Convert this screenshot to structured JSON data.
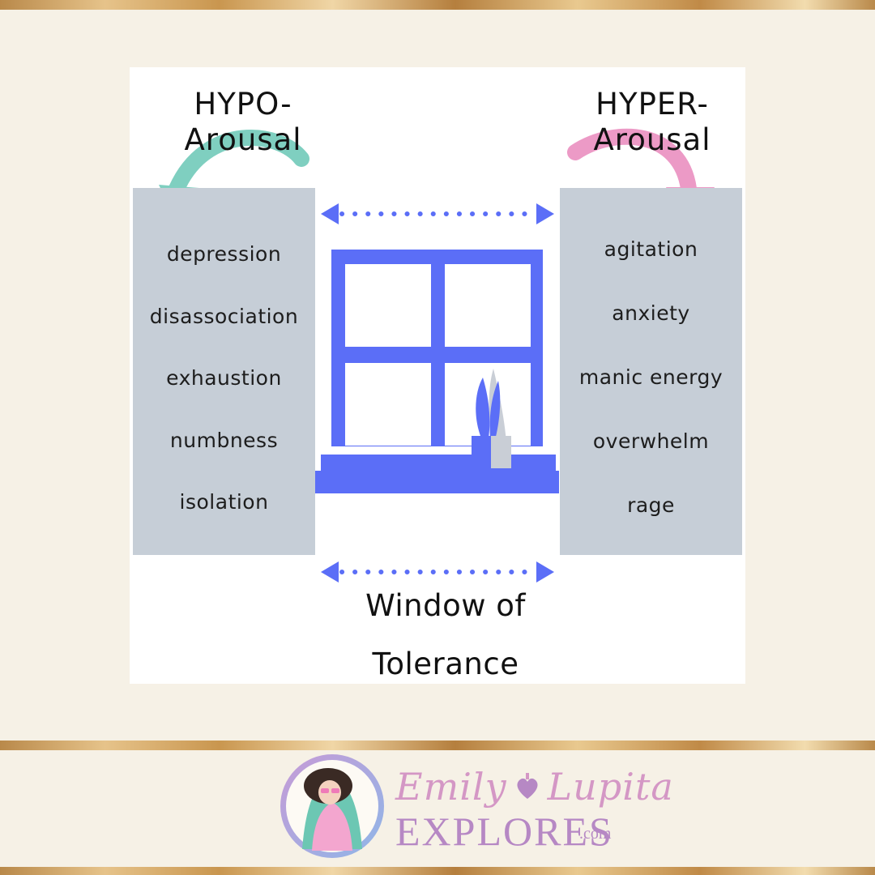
{
  "left": {
    "heading": [
      "HYPO-",
      "Arousal"
    ],
    "items": [
      "depression",
      "disassociation",
      "exhaustion",
      "numbness",
      "isolation"
    ],
    "arrow_color": "#7fcfc0"
  },
  "right": {
    "heading": [
      "HYPER-",
      "Arousal"
    ],
    "items": [
      "agitation",
      "anxiety",
      "manic energy",
      "overwhelm",
      "rage"
    ],
    "arrow_color": "#ec9ac6"
  },
  "caption": [
    "Window of",
    "Tolerance"
  ],
  "colors": {
    "window": "#5b6ef7",
    "panel": "#c6ced7",
    "plant": "#c9ced6",
    "background": "#f6f1e6"
  },
  "brand": {
    "script": [
      "Emily",
      "Lupita"
    ],
    "main": "EXPLORES",
    "domain": ".com"
  }
}
